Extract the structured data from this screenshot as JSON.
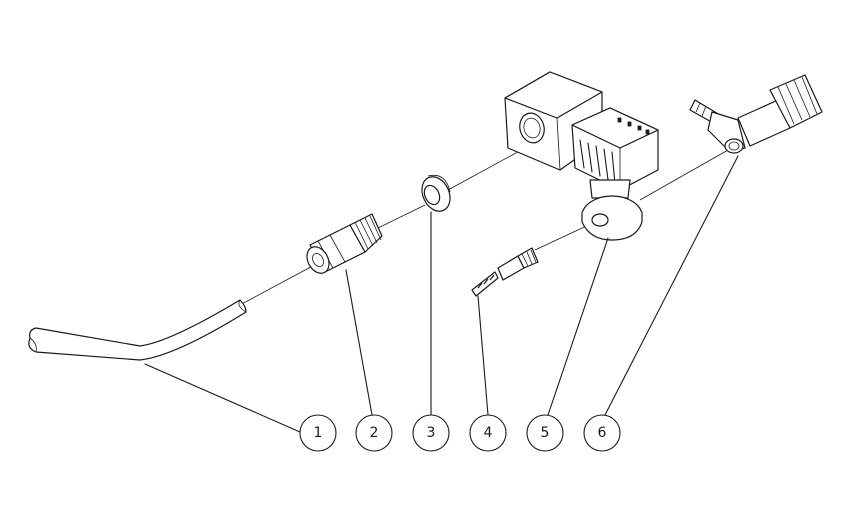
{
  "callouts": [
    {
      "label": "1"
    },
    {
      "label": "2"
    },
    {
      "label": "3"
    },
    {
      "label": "4"
    },
    {
      "label": "5"
    },
    {
      "label": "6"
    }
  ],
  "colors": {
    "line": "#1a1a1a",
    "background": "#ffffff"
  }
}
